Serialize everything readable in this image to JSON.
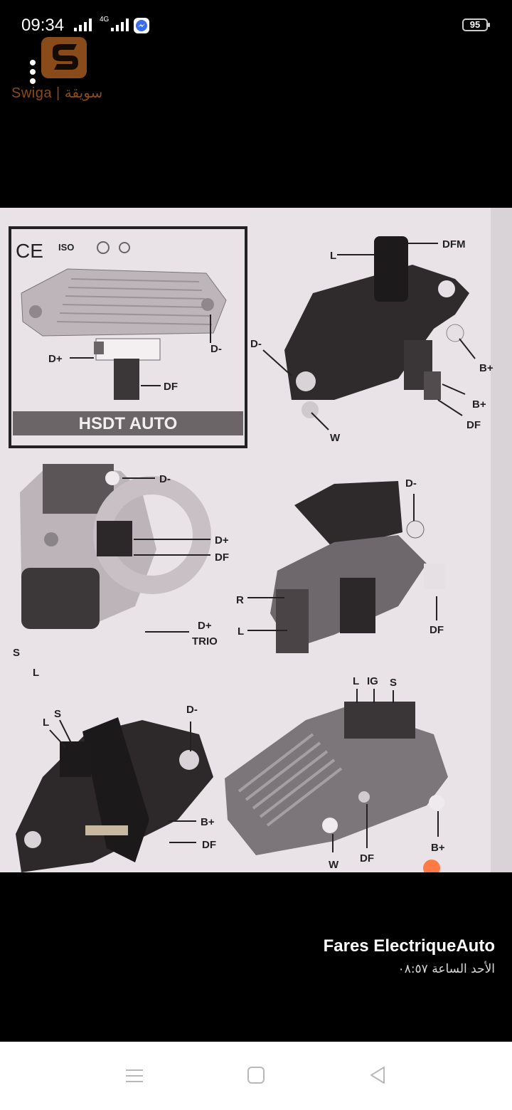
{
  "status_bar": {
    "time": "09:34",
    "network": "4G",
    "battery": "95"
  },
  "overlay": {
    "logo_text": "Swiga | سويقة",
    "menu_icon": "vertical-dots-icon"
  },
  "photo": {
    "panel_title": "HSDT AUTO",
    "cert_marks": [
      "CE",
      "ISO"
    ],
    "labels": {
      "p1_dplus": "D+",
      "p1_df": "DF",
      "p1_dminus": "D-",
      "p2_l": "L",
      "p2_dfm": "DFM",
      "p2_dminus": "D-",
      "p2_bplus1": "B+",
      "p2_bplus2": "B+",
      "p2_df": "DF",
      "p2_w": "W",
      "p3_dminus": "D-",
      "p3_dplus": "D+",
      "p3_df": "DF",
      "p3_dplus_trio": "D+",
      "p3_trio": "TRIO",
      "p3_s": "S",
      "p3_l": "L",
      "p4_dminus": "D-",
      "p4_r": "R",
      "p4_l": "L",
      "p4_df": "DF",
      "p5_l": "L",
      "p5_s": "S",
      "p5_dminus": "D-",
      "p5_bplus": "B+",
      "p5_df": "DF",
      "p6_l": "L",
      "p6_ig": "IG",
      "p6_s": "S",
      "p6_w": "W",
      "p6_df": "DF",
      "p6_bplus": "B+"
    }
  },
  "post": {
    "author": "Fares ElectriqueAuto",
    "date": "الأحد الساعة ٠٨:٥٧"
  },
  "nav": {
    "recents": "recents-icon",
    "home": "home-icon",
    "back": "back-icon"
  },
  "colors": {
    "background": "#000000",
    "photo_paper": "#e8e2e7",
    "logo_brown": "#8a4b1a",
    "nav_bar": "#ffffff"
  }
}
